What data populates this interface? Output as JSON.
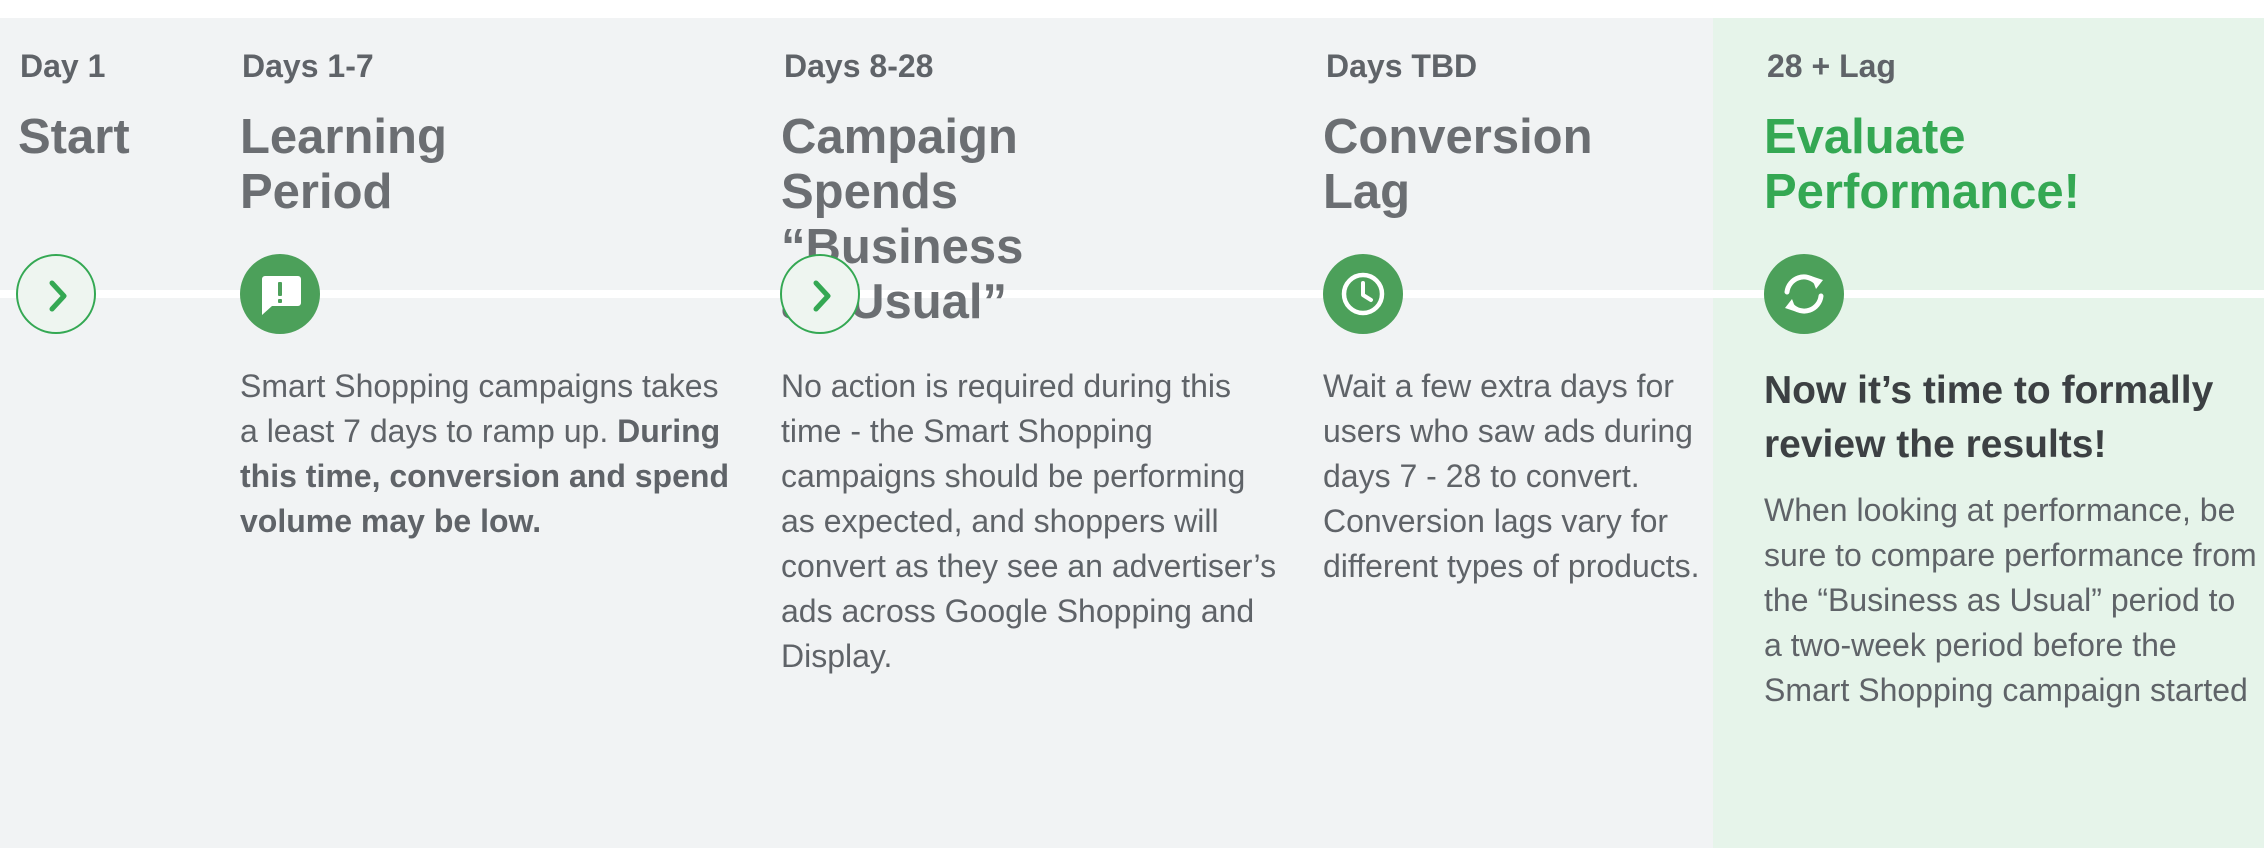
{
  "phases": [
    {
      "day": "Day 1",
      "title": "Start",
      "icon": "chevron-right-icon",
      "icon_style": "outline"
    },
    {
      "day": "Days 1-7",
      "title": "Learning\nPeriod",
      "icon": "feedback-alert-icon",
      "icon_style": "filled",
      "description": "Smart Shopping campaigns takes a least 7 days to ramp up.",
      "description_bold": "During this time, conversion and spend volume may be low."
    },
    {
      "day": "Days 8-28",
      "title": "Campaign Spends\n“Business as Usual”",
      "icon": "chevron-right-icon",
      "icon_style": "outline",
      "description": "No action is required during this time - the Smart Shopping campaigns should be performing as expected, and shoppers will convert as they see an advertiser’s ads across Google Shopping and Display."
    },
    {
      "day": "Days TBD",
      "title": "Conversion\nLag",
      "icon": "clock-icon",
      "icon_style": "filled",
      "description": "Wait a few extra days for users who saw ads during days 7 - 28 to convert.  Conversion lags vary for different types of products."
    },
    {
      "day": "28 + Lag",
      "title": "Evaluate\nPerformance!",
      "icon": "refresh-icon",
      "icon_style": "filled",
      "heading": "Now it’s time to formally review the results!",
      "description": "When looking at performance, be sure to compare performance from the “Business as Usual” period to a two-week period before the Smart Shopping campaign started"
    }
  ],
  "colors": {
    "background": "#f1f3f4",
    "highlight_background": "#e6f4ea",
    "accent_green": "#34a853",
    "icon_green": "#4ca05a",
    "title_gray": "#6b6e72",
    "text_gray": "#5f6368",
    "heading_dark": "#3c4043"
  }
}
